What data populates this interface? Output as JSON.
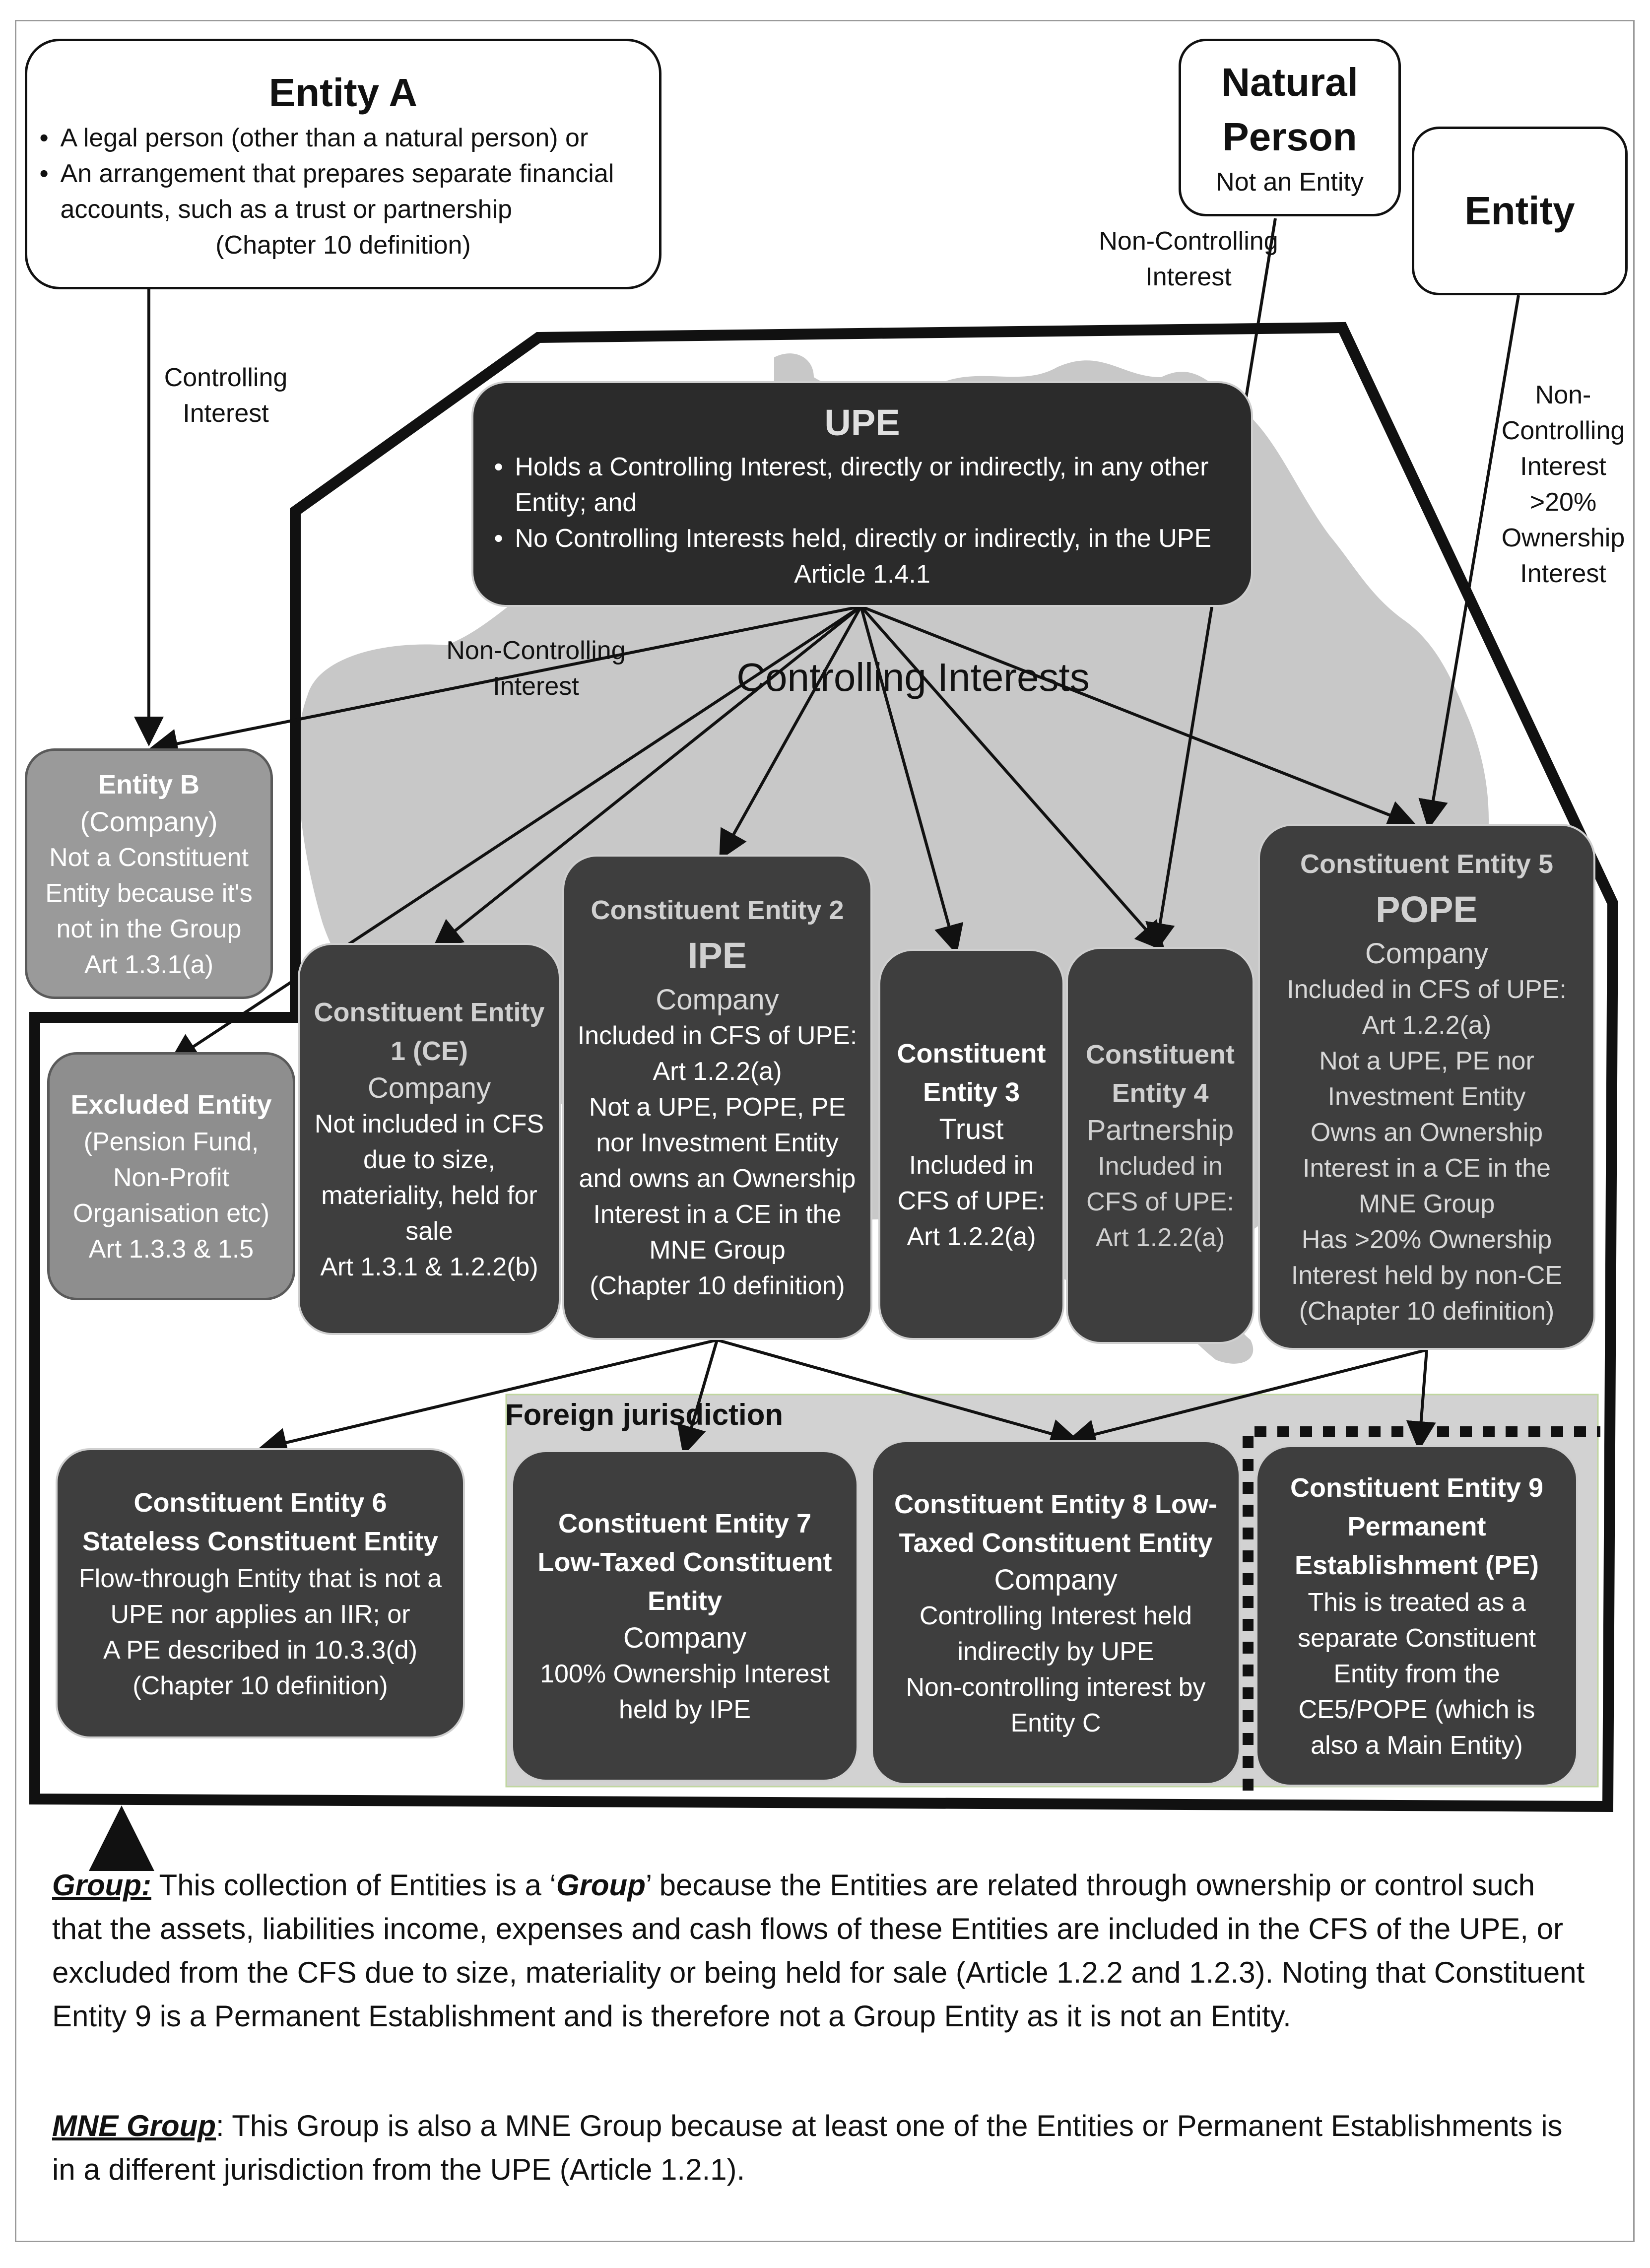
{
  "entity_a": {
    "title": "Entity A",
    "bullets": [
      "A legal person (other than a natural person) or",
      "An arrangement that prepares separate financial accounts, such as a trust or partnership"
    ],
    "note": "(Chapter 10 definition)"
  },
  "natural_person": {
    "title": "Natural Person",
    "subtitle": "Not an Entity"
  },
  "entity": {
    "title": "Entity"
  },
  "labels": {
    "controlling_interest_a": "Controlling Interest",
    "non_controlling_np": "Non-Controlling Interest",
    "non_controlling_entity": "Non- Controlling Interest >20% Ownership Interest",
    "non_controlling_b": "Non-Controlling Interest",
    "controlling_interests": "Controlling Interests",
    "foreign_jurisdiction": "Foreign jurisdiction"
  },
  "upe": {
    "title": "UPE",
    "bullets": [
      "Holds a Controlling Interest, directly or indirectly, in any other Entity; and",
      "No Controlling Interests held, directly or indirectly, in the UPE"
    ],
    "article": "Article 1.4.1"
  },
  "entity_b": {
    "title": "Entity B",
    "lines": [
      "(Company)",
      "Not a Constituent Entity because it's not in the Group",
      "Art 1.3.1(a)"
    ]
  },
  "excluded": {
    "title": "Excluded Entity",
    "lines": [
      "(Pension Fund, Non-Profit Organisation etc)",
      "Art 1.3.3 & 1.5"
    ]
  },
  "ce1": {
    "title": "Constituent Entity 1 (CE)",
    "lines": [
      "Company",
      "Not included in CFS",
      "due to size, materiality, held for sale",
      "Art 1.3.1 & 1.2.2(b)"
    ]
  },
  "ce2": {
    "title": "Constituent Entity 2",
    "subtitle": "IPE",
    "lines": [
      "Company",
      "Included in CFS of UPE: Art 1.2.2(a)",
      "Not a UPE, POPE, PE nor Investment Entity and owns an Ownership Interest in a CE in the MNE Group",
      "(Chapter 10 definition)"
    ]
  },
  "ce3": {
    "title": "Constituent Entity 3",
    "lines": [
      "Trust",
      "Included in CFS of UPE: Art 1.2.2(a)"
    ]
  },
  "ce4": {
    "title": "Constituent Entity 4",
    "lines": [
      "Partnership",
      "Included in CFS of UPE: Art 1.2.2(a)"
    ]
  },
  "ce5": {
    "title": "Constituent Entity 5",
    "subtitle": "POPE",
    "lines": [
      "Company",
      "Included in CFS of UPE: Art 1.2.2(a)",
      "Not a UPE, PE nor Investment Entity",
      "Owns an Ownership Interest in a CE in the MNE Group",
      "Has >20% Ownership Interest held by non-CE",
      "(Chapter 10 definition)"
    ]
  },
  "ce6": {
    "title": "Constituent Entity 6 Stateless Constituent Entity",
    "lines": [
      "Flow-through Entity that is not a UPE nor applies an IIR; or",
      "A PE described in 10.3.3(d)",
      "(Chapter 10 definition)"
    ]
  },
  "ce7": {
    "title": "Constituent Entity 7 Low-Taxed Constituent Entity",
    "lines": [
      "Company",
      "100% Ownership Interest held by IPE"
    ]
  },
  "ce8": {
    "title": "Constituent Entity 8 Low-Taxed Constituent Entity",
    "lines": [
      "Company",
      "Controlling Interest held indirectly by UPE",
      "Non-controlling interest by Entity C"
    ]
  },
  "ce9": {
    "title": "Constituent Entity 9 Permanent Establishment (PE)",
    "lines": [
      "This is treated as a separate Constituent Entity from the CE5/POPE (which is also a Main Entity)"
    ]
  },
  "group_text": {
    "term": "Group:",
    "p1": " This collection of Entities is a ‘",
    "term2": "Group",
    "p2": "’ because the Entities are related through ownership or control such that the assets, liabilities income, expenses and cash flows of these Entities are included in the CFS of the UPE, or excluded from the CFS due to size, materiality or being held for sale (Article 1.2.2 and 1.2.3). Noting that Constituent Entity 9 is a Permanent Establishment and is therefore not a Group Entity as it is not an Entity."
  },
  "mne_text": {
    "term": "MNE Group",
    "body": ": This Group is also a MNE Group because at least one of the Entities or Permanent Establishments is in a different jurisdiction from the UPE (Article 1.2.1)."
  },
  "colors": {
    "box_dark": "#3e3e3e",
    "box_darkest": "#2b2b2b",
    "box_mid": "#8e8e8e",
    "map_gray": "#c8c8c8",
    "foreign_band": "#d2d2d2"
  }
}
